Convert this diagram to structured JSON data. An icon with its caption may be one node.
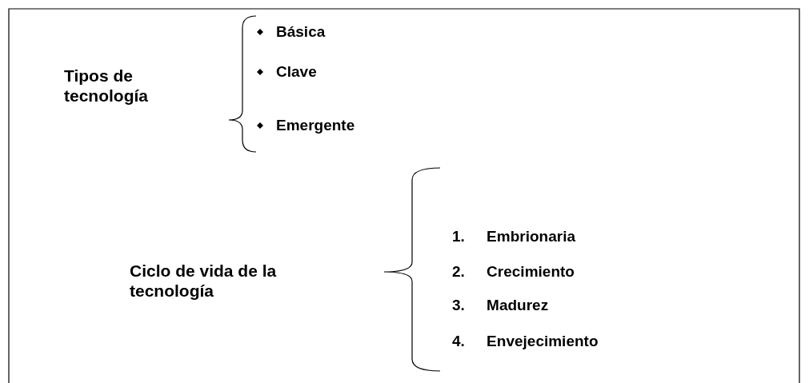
{
  "diagram": {
    "labels": [
      "Tipos de tecnología",
      "Básica",
      "Clave",
      "Emergente",
      "Ciclo de vida de la tecnología",
      "1. Embrionaria",
      "2. Crecimiento",
      "3. Madurez",
      "4. Envejecimiento"
    ]
  }
}
